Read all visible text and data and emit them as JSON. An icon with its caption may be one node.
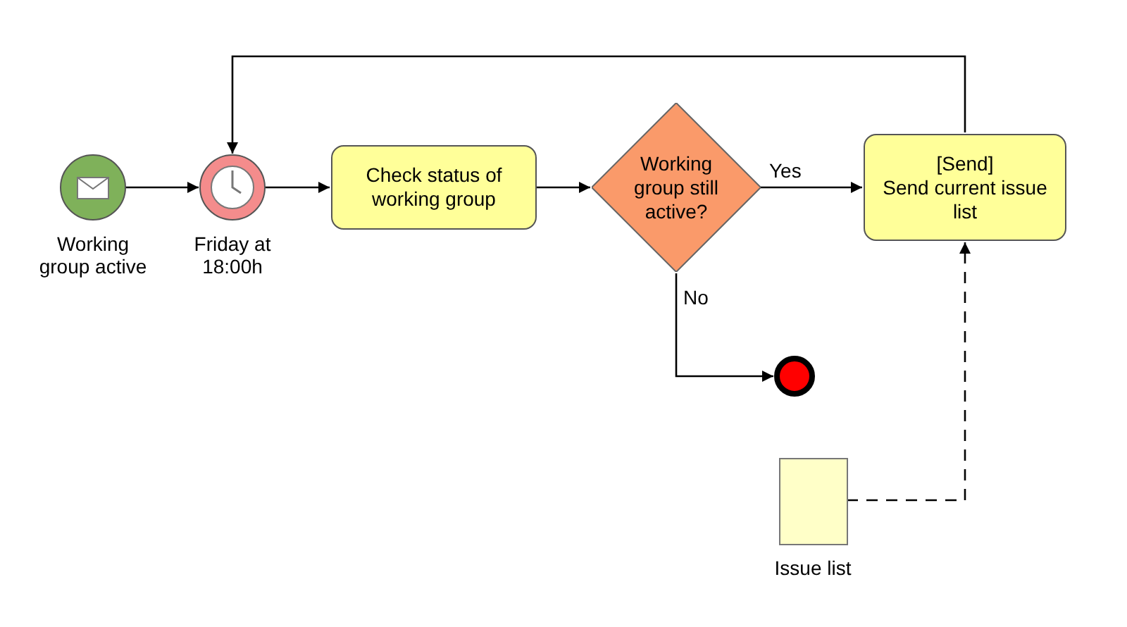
{
  "diagram": {
    "nodes": [
      {
        "text": [
          "Working group active"
        ]
      },
      {
        "text": [
          "Friday at 18:00h"
        ]
      },
      {
        "text": [
          "Check status of working group"
        ]
      },
      {
        "text": [
          "Working group still active?"
        ]
      },
      {
        "text": [
          "[Send]",
          "Send current issue list"
        ]
      },
      {
        "text": [],
        "shape": "circle"
      },
      {
        "text": [
          "Issue list"
        ]
      }
    ],
    "edges": [
      {
        "from": 0,
        "to": 1,
        "arrow": "to"
      },
      {
        "from": 1,
        "to": 2,
        "arrow": "to"
      },
      {
        "from": 2,
        "to": 3,
        "arrow": "to"
      },
      {
        "from": 3,
        "to": 4,
        "arrow": "to",
        "label": "Yes"
      },
      {
        "from": 3,
        "to": 5,
        "arrow": "to",
        "label": "No"
      },
      {
        "from": 4,
        "to": 1,
        "arrow": "to"
      },
      {
        "from": 6,
        "to": 4,
        "arrow": "to",
        "style": "dashed"
      }
    ]
  }
}
